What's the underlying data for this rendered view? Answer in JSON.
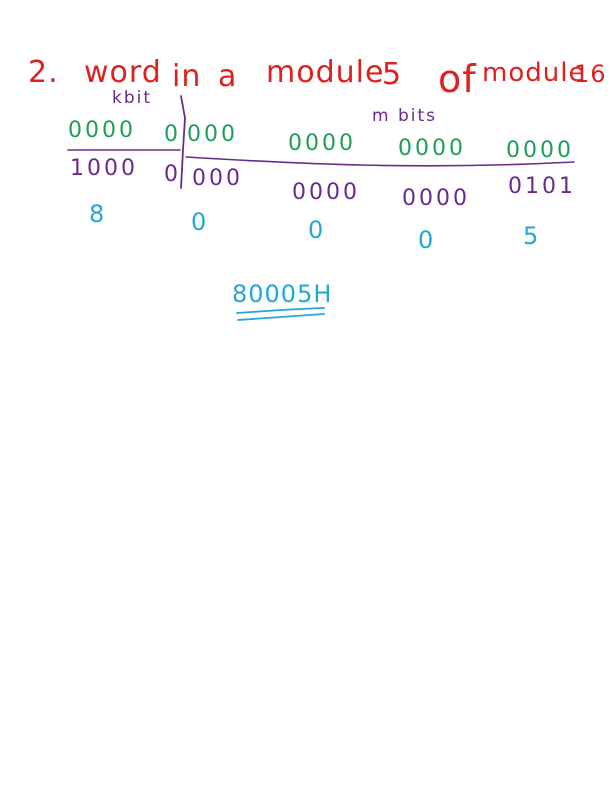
{
  "colors": {
    "title": "#e0201f",
    "purple": "#6a2a8a",
    "green": "#1f9e55",
    "cyan": "#22a8d4"
  },
  "title": {
    "number": "2.",
    "w1": "word",
    "w2": "in",
    "w3": "a",
    "w4": "module",
    "w5": "5",
    "w6": "of",
    "w7": "module",
    "w8": "16"
  },
  "labels": {
    "kbit": "kbit",
    "mbits": "m bits"
  },
  "green_row": [
    "0000",
    "0",
    "000",
    "0000",
    "0000",
    "0000"
  ],
  "purple_row": [
    "1000",
    "0",
    "000",
    "0000",
    "0000",
    "0101"
  ],
  "hex_digits": [
    "8",
    "0",
    "0",
    "0",
    "5"
  ],
  "result": "80005H"
}
